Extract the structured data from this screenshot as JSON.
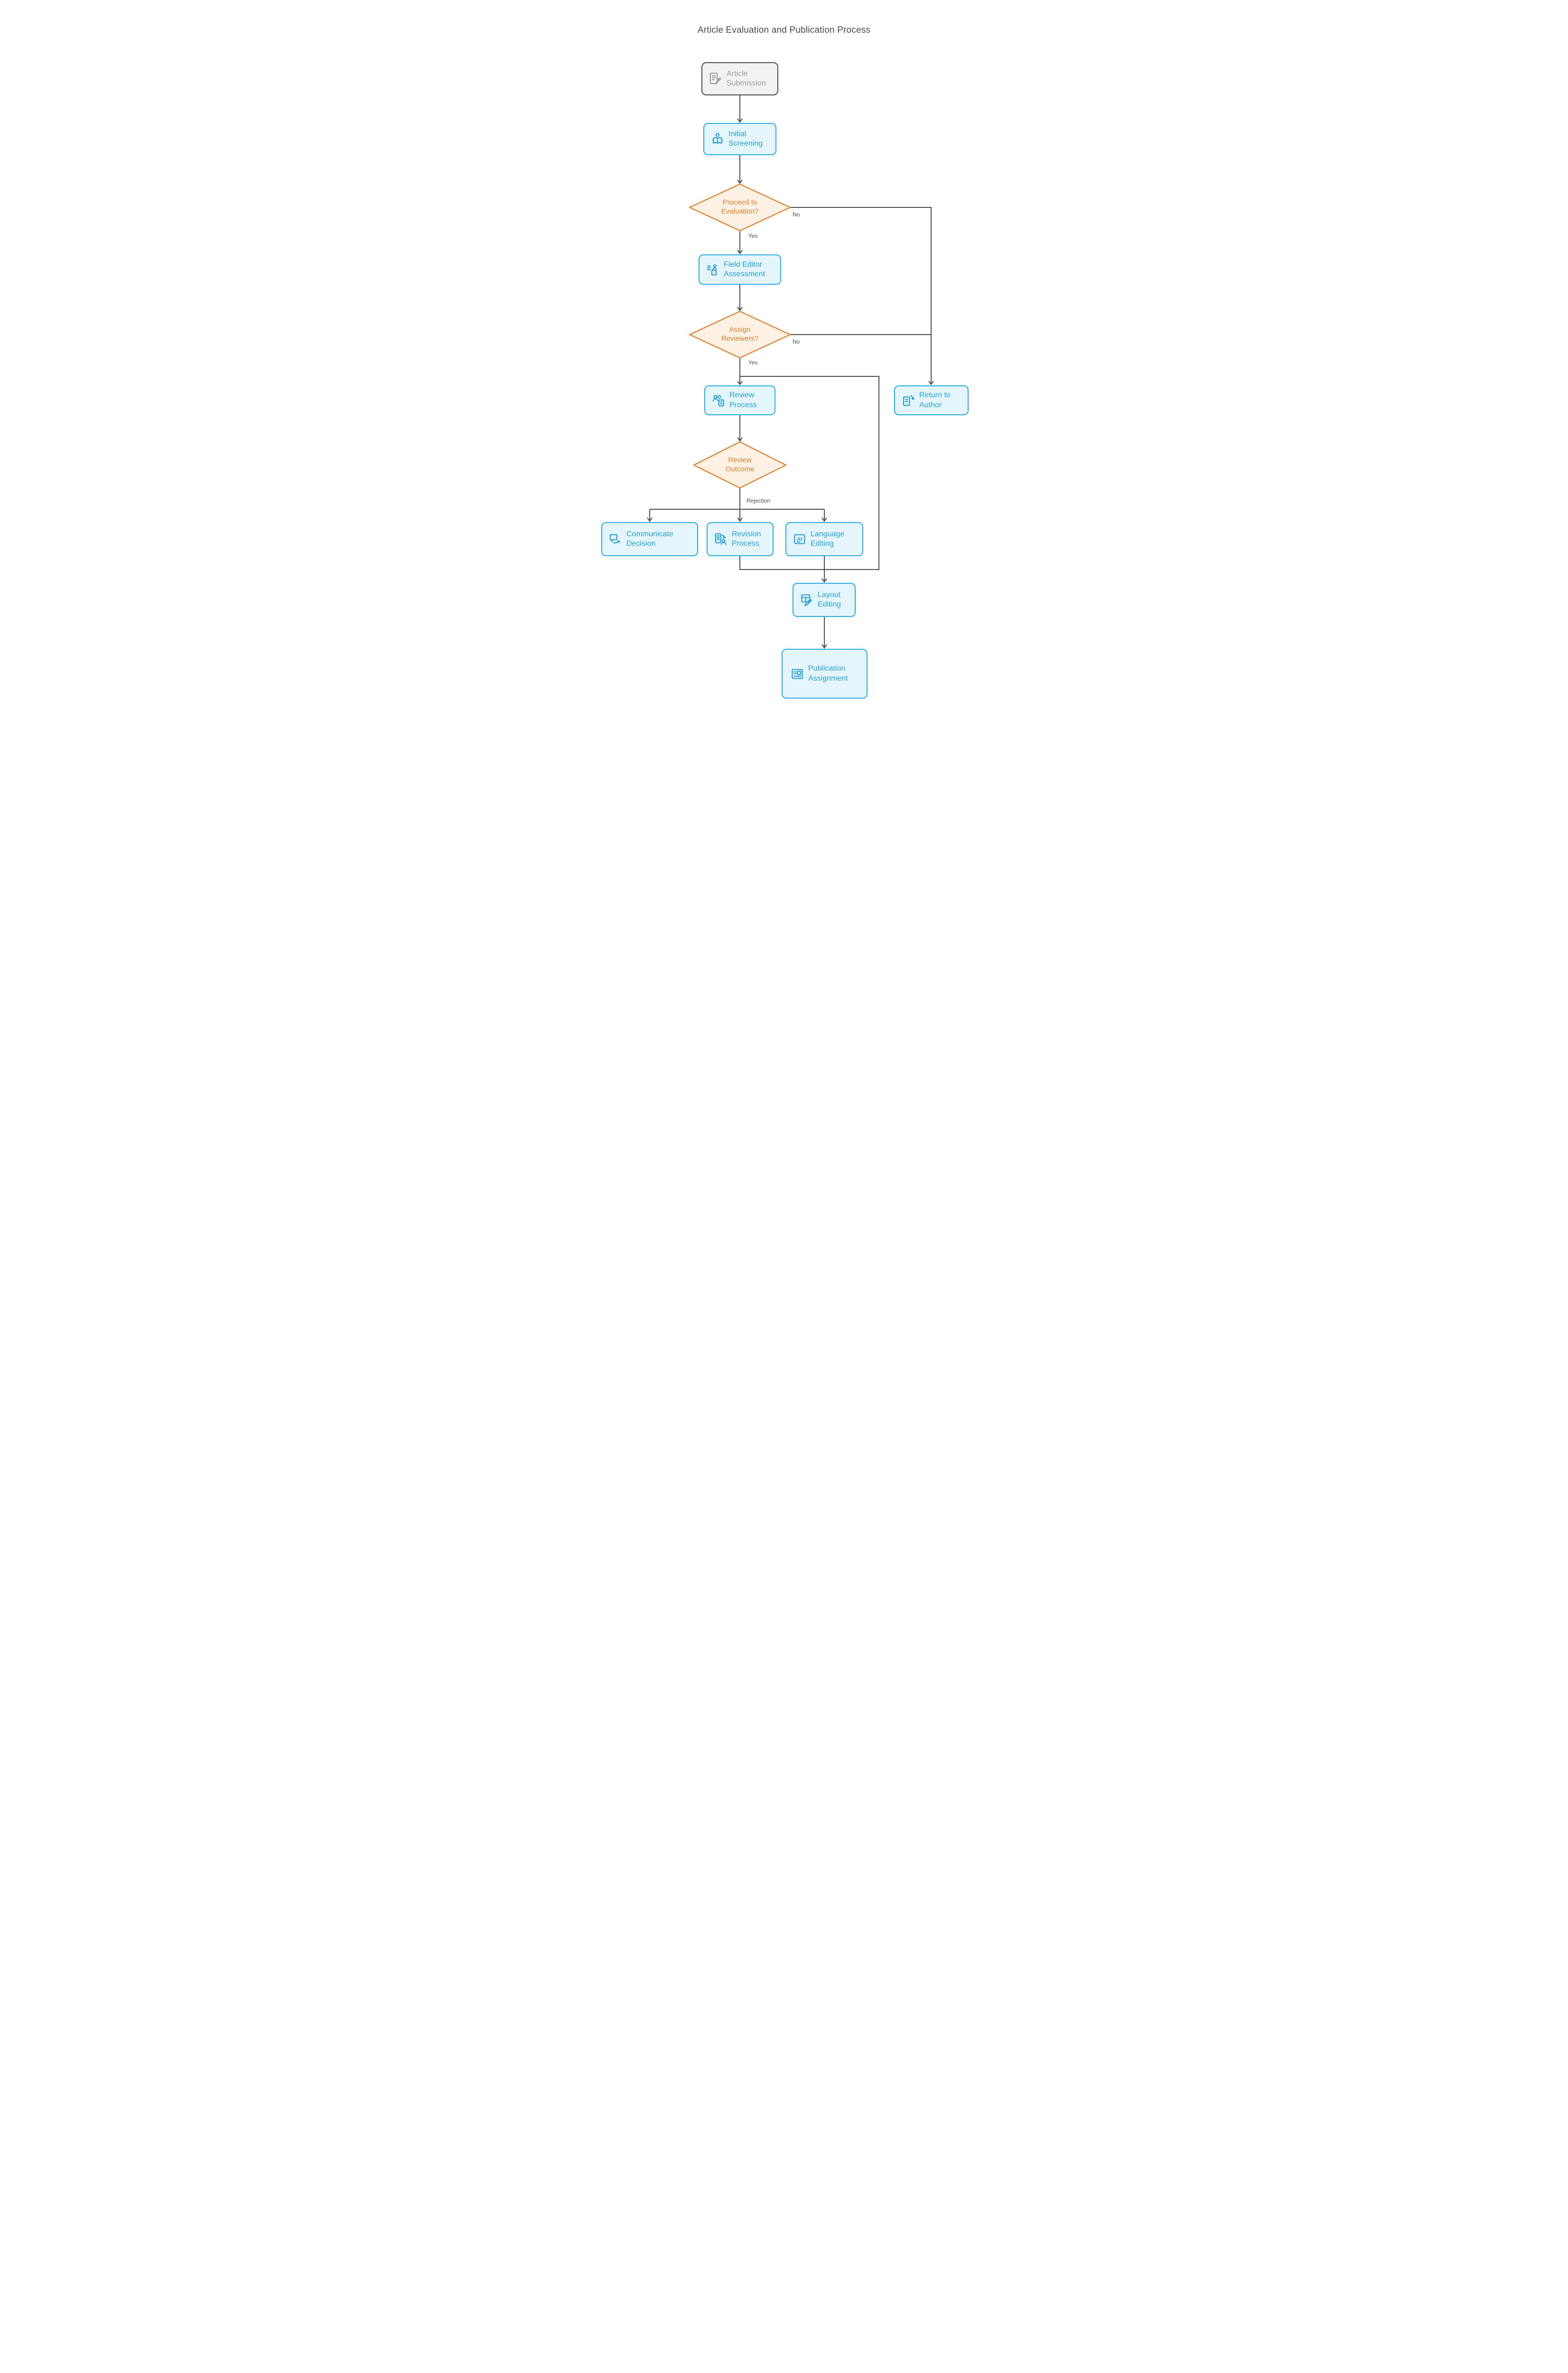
{
  "title": "Article Evaluation and Publication Process",
  "diagram_type": "flowchart",
  "colors": {
    "process_border": "#2aace0",
    "process_fill": "#e4f6fc",
    "process_text": "#2b9fd3",
    "decision_border": "#de8a3c",
    "decision_fill": "#fdf1e3",
    "decision_text": "#d9822f",
    "start_border": "#4c4c4c",
    "start_fill": "#f2f2f2",
    "start_text": "#9d9d9d",
    "edge_line": "#4d4d4d",
    "background": "#ffffff"
  },
  "nodes": {
    "article_submission": {
      "label": "Article Submission",
      "shape": "rounded-rect",
      "icon": "document-signature-icon"
    },
    "initial_screening": {
      "label": "Initial Screening",
      "shape": "rounded-rect",
      "icon": "person-reading-icon"
    },
    "proceed_to_evaluation": {
      "label": "Proceed to Evaluation?",
      "shape": "diamond"
    },
    "field_editor_assessment": {
      "label": "Field Editor Assessment",
      "shape": "rounded-rect",
      "icon": "speaker-podium-icon"
    },
    "assign_reviewers": {
      "label": "Assign Reviewers?",
      "shape": "diamond"
    },
    "review_process": {
      "label": "Review Process",
      "shape": "rounded-rect",
      "icon": "reviewers-document-icon"
    },
    "return_to_author": {
      "label": "Return to Author",
      "shape": "rounded-rect",
      "icon": "document-return-icon"
    },
    "review_outcome": {
      "label": "Review Outcome",
      "shape": "diamond"
    },
    "communicate_decision": {
      "label": "Communicate Decision",
      "shape": "rounded-rect",
      "icon": "speech-bubble-arrow-icon"
    },
    "revision_process": {
      "label": "Revision Process",
      "shape": "rounded-rect",
      "icon": "clipboard-person-icon"
    },
    "language_editing": {
      "label": "Language Editing",
      "shape": "rounded-rect",
      "icon": "letter-at-icon",
      "icon_text": "At"
    },
    "layout_editing": {
      "label": "Layout Editing",
      "shape": "rounded-rect",
      "icon": "layout-pencil-icon"
    },
    "publication_assignment": {
      "label": "Publication Assignment",
      "shape": "rounded-rect",
      "icon": "newspaper-icon"
    }
  },
  "edge_labels": {
    "no1": "No",
    "yes1": "Yes",
    "no2": "No",
    "yes2": "Yes",
    "rejection": "Rejection"
  }
}
